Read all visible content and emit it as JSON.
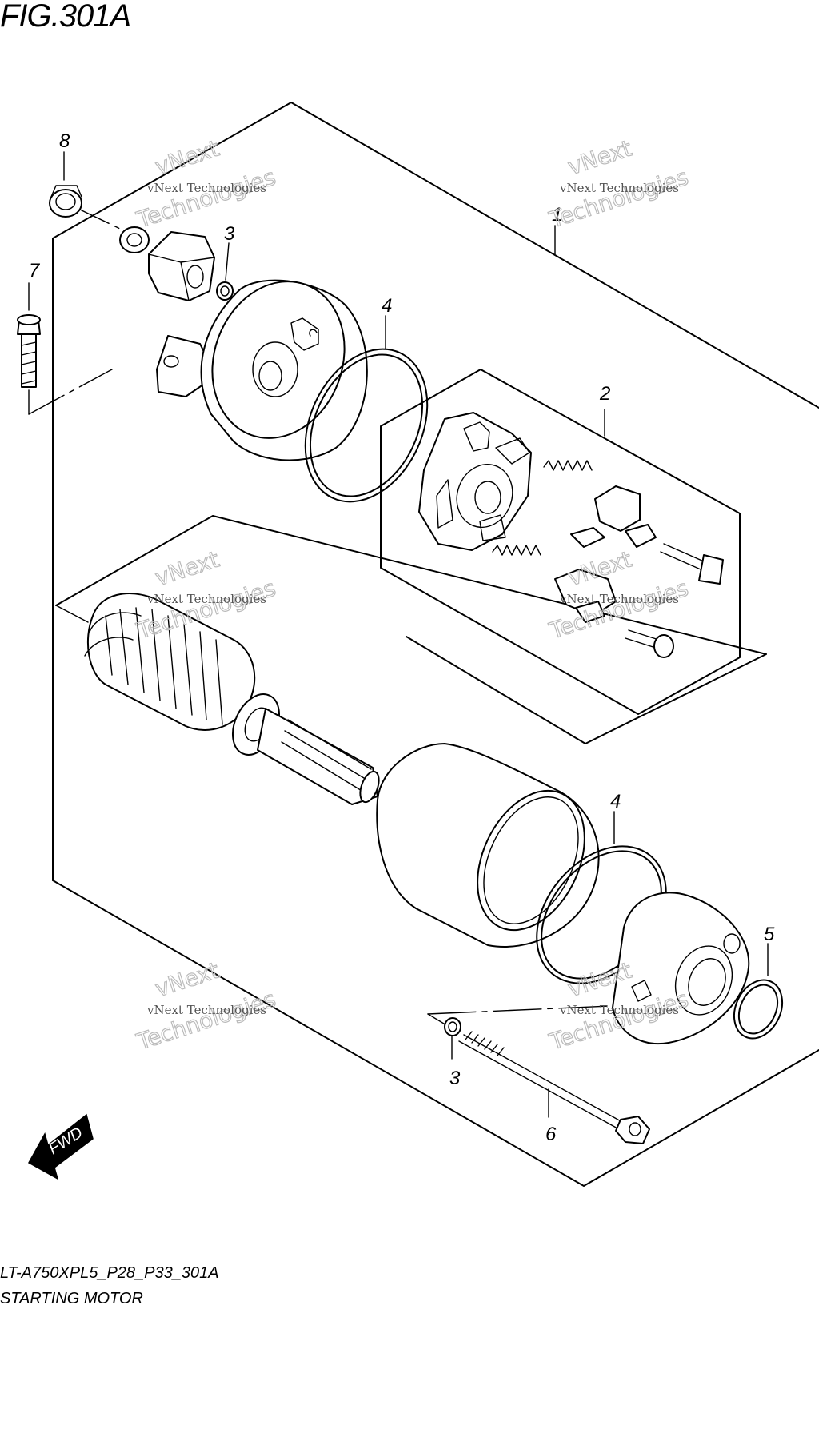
{
  "figure": {
    "title": "FIG.301A",
    "model_code": "LT-A750XPL5_P28_P33_301A",
    "section_name": "STARTING MOTOR"
  },
  "callouts": {
    "c1": "1",
    "c2": "2",
    "c3_top": "3",
    "c3_bottom": "3",
    "c4_top": "4",
    "c4_bottom": "4",
    "c5": "5",
    "c6": "6",
    "c7": "7",
    "c8": "8"
  },
  "watermark": {
    "small_text": "vNext Technologies",
    "big_line1": "vNext",
    "big_line2": "Technologies"
  },
  "fwd_label": "FWD",
  "colors": {
    "ink": "#000000",
    "watermark": "#bbbbbb",
    "background": "#ffffff"
  }
}
